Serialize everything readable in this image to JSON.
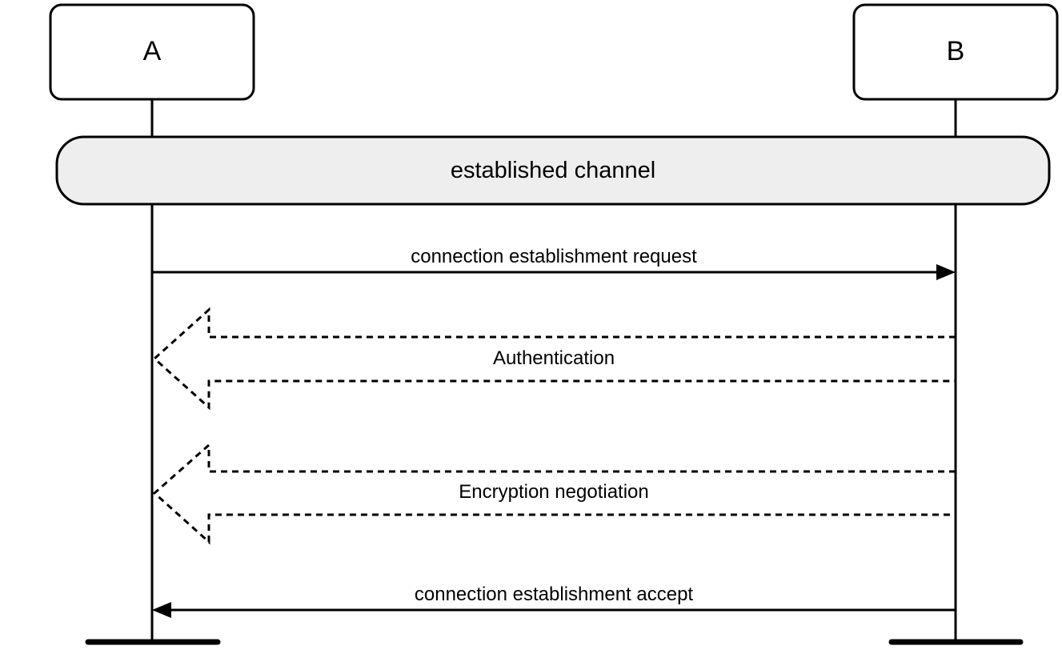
{
  "participants": [
    {
      "name": "A"
    },
    {
      "name": "B"
    }
  ],
  "channel": {
    "label": "established channel",
    "fill": "#eeeeee"
  },
  "messages": [
    {
      "label": "connection establishment request",
      "from": "A",
      "to": "B",
      "style": "solid-arrow"
    },
    {
      "label": "Authentication",
      "from": "B",
      "to": "A",
      "style": "dashed-block-arrow"
    },
    {
      "label": "Encryption negotiation",
      "from": "B",
      "to": "A",
      "style": "dashed-block-arrow"
    },
    {
      "label": "connection establishment accept",
      "from": "B",
      "to": "A",
      "style": "solid-arrow"
    }
  ],
  "colors": {
    "stroke": "#000000",
    "background": "#ffffff"
  }
}
